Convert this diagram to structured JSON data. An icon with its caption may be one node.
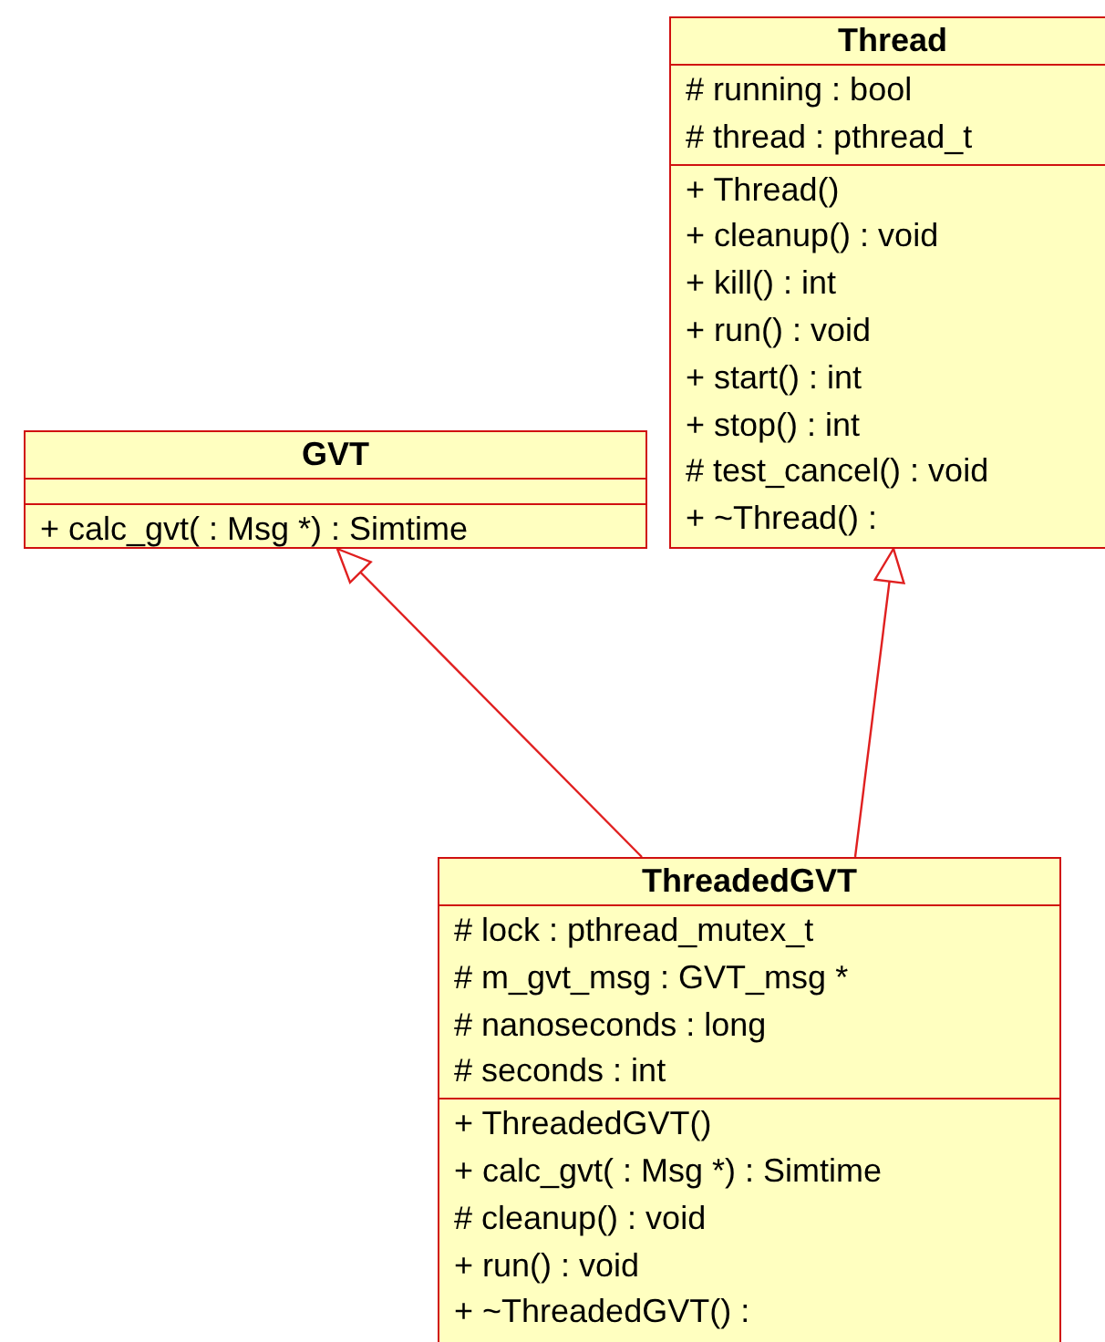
{
  "diagram": {
    "nodes": [
      {
        "text": [
          "Thread"
        ]
      },
      {
        "text": [
          "# running : bool",
          "# thread : pthread_t"
        ],
        "in": 0
      },
      {
        "text": [
          "+ Thread()",
          "+ cleanup() : void",
          "+ kill() : int",
          "+ run() : void",
          "+ start() : int",
          "+ stop() : int",
          "# test_cancel() : void",
          "+ ~Thread() :"
        ],
        "in": 0
      },
      {
        "text": [
          "GVT"
        ]
      },
      {
        "text": [],
        "shape": "box",
        "in": 3
      },
      {
        "text": [
          "+ calc_gvt( : Msg *) : Simtime"
        ],
        "in": 3
      },
      {
        "text": [
          "ThreadedGVT"
        ]
      },
      {
        "text": [
          "# lock : pthread_mutex_t",
          "# m_gvt_msg : GVT_msg *",
          "# nanoseconds : long",
          "# seconds : int"
        ],
        "in": 6
      },
      {
        "text": [
          "+ ThreadedGVT()",
          "+ calc_gvt( : Msg *) : Simtime",
          "# cleanup() : void",
          "+ run() : void",
          "+ ~ThreadedGVT() :"
        ],
        "in": 6
      }
    ],
    "edges": [
      {
        "from": 6,
        "to": 3,
        "arrow": "to"
      },
      {
        "from": 6,
        "to": 0,
        "arrow": "to"
      }
    ]
  }
}
